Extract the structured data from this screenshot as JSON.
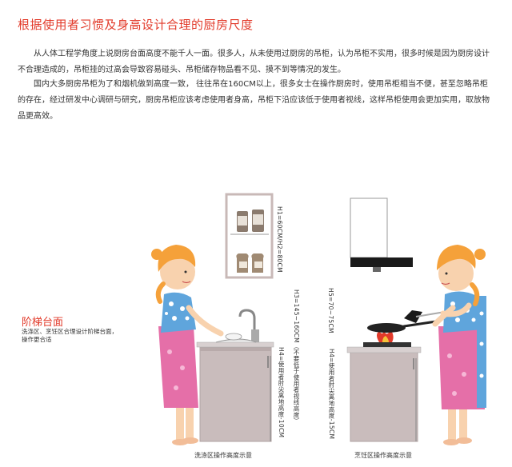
{
  "title": "根据使用者习惯及身高设计合理的厨房尺度",
  "paragraphs": [
    "从人体工程学角度上说厨房台面高度不能千人一面。很多人，从未使用过厨房的吊柜，认为吊柜不实用，很多时候是因为厨房设计不合理造成的，吊柜挂的过高会导致容易碰头、吊柜储存物品看不见、摸不到等情况的发生。",
    "国内大多厨房吊柜为了和烟机做到高度一致， 往往吊在160CM以上，很多女士在操作厨房时，使用吊柜相当不便，甚至忽略吊柜的存在，经过研发中心调研与研究，厨房吊柜应该考虑使用者身高，吊柜下沿应该低于使用者视线，这样吊柜使用会更加实用，取放物品更高效。"
  ],
  "side_note": {
    "title": "阶梯台面",
    "desc_line1": "洗涤区、烹饪区合理设计阶梯台面，",
    "desc_line2": "操作更合适"
  },
  "dimension_labels": {
    "h1": "H1=60CM/H2=80CM",
    "h3": "H3=145~160CM（不要低于使用者视线高度）",
    "h4_left": "H4=使用者肘尖离地高度-10CM",
    "h5": "H5=70~75CM",
    "h4_right": "H4=使用者肘尖离地高度-15CM"
  },
  "captions": {
    "left": "洗涤区操作高度示意",
    "right": "烹饪区操作高度示意"
  },
  "colors": {
    "accent": "#e23a2a",
    "cabinet": "#c8b9b7",
    "apron": "#5fa5dc",
    "skirt": "#e56fa8",
    "skin": "#f8d2ae",
    "hair": "#f5a13a"
  }
}
